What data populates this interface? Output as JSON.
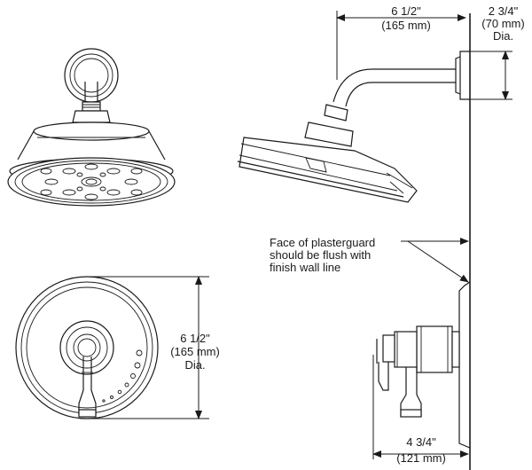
{
  "dimensions": {
    "arm_reach": {
      "imperial": "6 1/2\"",
      "metric": "(165 mm)"
    },
    "flange": {
      "imperial": "2 3/4\"",
      "metric": "(70 mm)",
      "suffix": "Dia."
    },
    "trim_plate": {
      "imperial": "6 1/2\"",
      "metric": "(165 mm)",
      "suffix": "Dia."
    },
    "valve_depth": {
      "imperial": "4 3/4\"",
      "metric": "(121 mm)"
    }
  },
  "callout": {
    "lines": [
      "Face of plasterguard",
      "should be flush with",
      "finish wall line"
    ]
  }
}
